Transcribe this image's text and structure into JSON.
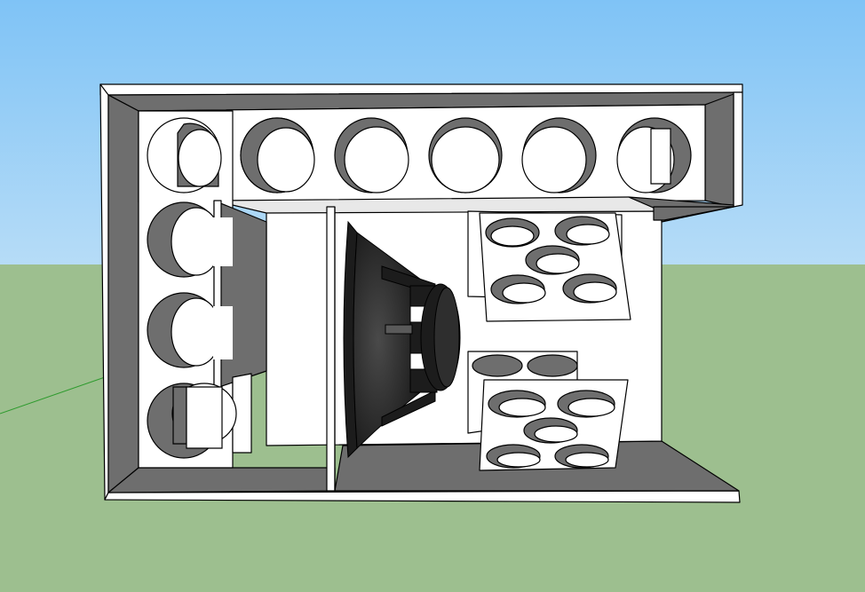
{
  "scene": {
    "colors": {
      "sky_top": "#7fc3f6",
      "sky_bottom": "#b6dcf7",
      "ground": "#9dbf8f",
      "wood_face": "#ffffff",
      "wood_shadow": "#6e6e6e",
      "interior_wall": "#ffffff",
      "outline": "#000000",
      "speaker_body": "#1c1c1c",
      "speaker_highlight": "#5a5a5a",
      "axis_green": "#2e9b2e"
    },
    "objects": [
      "subwoofer-enclosure",
      "port-tube-row-top",
      "port-tube-column-left",
      "divider-panel",
      "subwoofer-driver",
      "bracing-panel-upper",
      "bracing-panel-lower"
    ]
  }
}
